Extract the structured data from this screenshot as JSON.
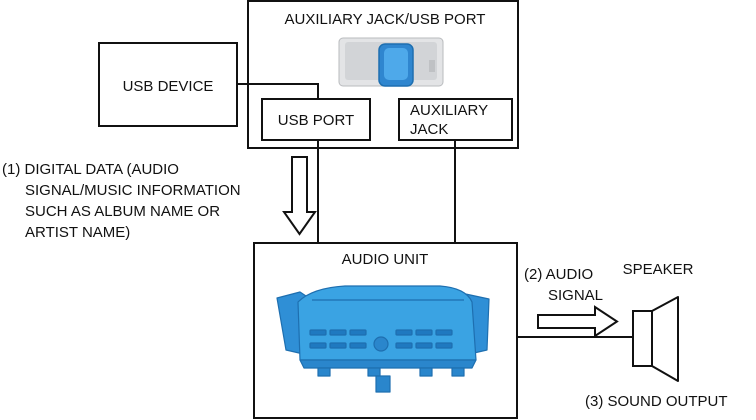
{
  "labels": {
    "aux_usb_port_title": "AUXILIARY JACK/USB PORT",
    "usb_device": "USB DEVICE",
    "usb_port": "USB PORT",
    "auxiliary_jack_line1": "AUXILIARY",
    "auxiliary_jack_line2": "JACK",
    "digital_data": [
      "(1) DIGITAL DATA (AUDIO",
      "SIGNAL/MUSIC INFORMATION",
      "SUCH AS ALBUM NAME OR",
      "ARTIST NAME)"
    ],
    "audio_unit": "AUDIO UNIT",
    "audio_signal_line1": "(2) AUDIO",
    "audio_signal_line2": "SIGNAL",
    "speaker": "SPEAKER",
    "sound_output": "(3) SOUND OUTPUT"
  },
  "colors": {
    "line": "#111111",
    "component_blue": "#3aa3e3",
    "component_blue_dark": "#1e6fb0",
    "port_gray": "#d9dadc"
  }
}
